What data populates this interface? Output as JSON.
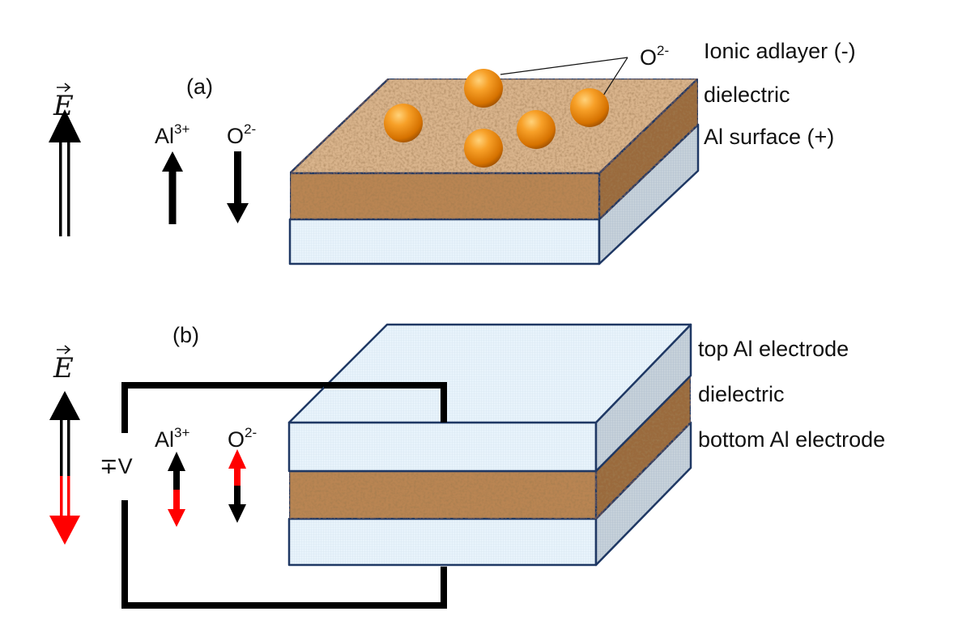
{
  "panel_a": {
    "label": "(a)",
    "field_symbol": "E",
    "ions": [
      {
        "base": "Al",
        "charge": "3+",
        "direction": "up"
      },
      {
        "base": "O",
        "charge": "2-",
        "direction": "down"
      }
    ],
    "callout": {
      "base": "O",
      "charge": "2-"
    },
    "layer_labels": [
      "Ionic adlayer (-)",
      "dielectric",
      "Al surface (+)"
    ]
  },
  "panel_b": {
    "label": "(b)",
    "field_symbol": "E",
    "voltage_label": "∓V",
    "ions": [
      {
        "base": "Al",
        "charge": "3+",
        "direction": "up/down"
      },
      {
        "base": "O",
        "charge": "2-",
        "direction": "up/down"
      }
    ],
    "layer_labels": [
      "top Al electrode",
      "dielectric",
      "bottom Al electrode"
    ]
  },
  "colors": {
    "outline": "#1f3864",
    "aluminum": "#e6f2fb",
    "aluminum_side": "#c3ced8",
    "dielectric_top": "#d9b48c",
    "dielectric_front": "#b98552",
    "dielectric_side": "#9a6a3d",
    "ion": "#f08c14",
    "reverse_arrow": "#ff0000",
    "arrow": "#000000"
  }
}
